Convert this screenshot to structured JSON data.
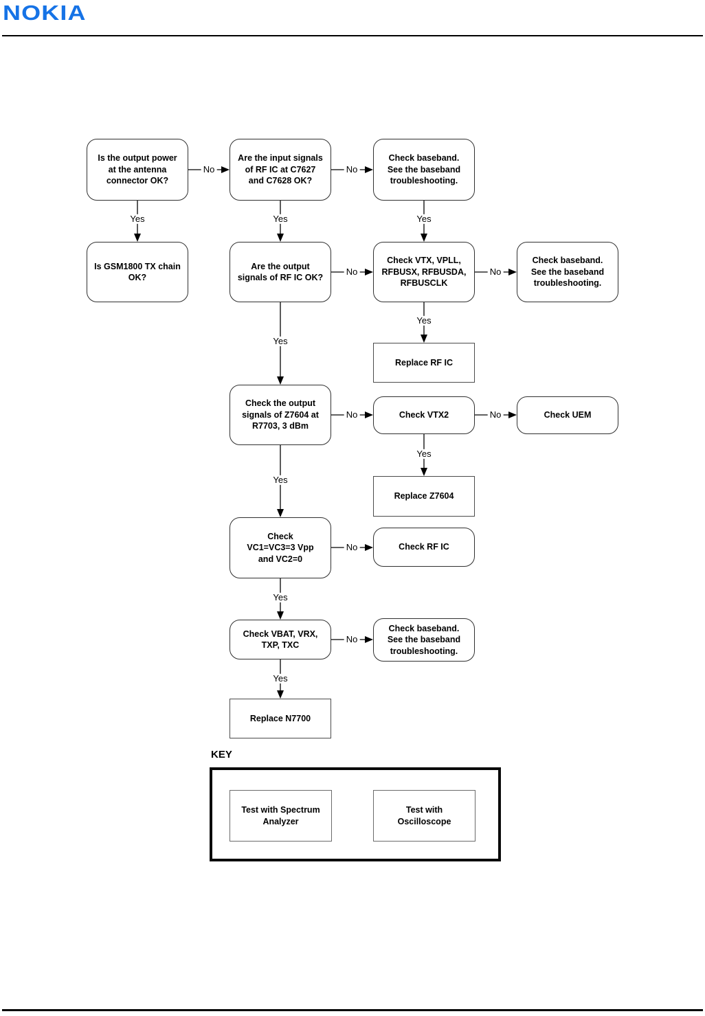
{
  "header": {
    "logo": "NOKIA"
  },
  "flowchart": {
    "labels": {
      "yes": "Yes",
      "no": "No"
    },
    "nodes": [
      {
        "label": "Is the output power\nat the antenna\nconnector OK?"
      },
      {
        "label": "Are the input signals\nof RF IC at C7627\nand C7628 OK?"
      },
      {
        "label": "Check baseband.\nSee the baseband\ntroubleshooting."
      },
      {
        "label": "Is GSM1800 TX chain\nOK?"
      },
      {
        "label": "Are the output\nsignals of RF IC OK?"
      },
      {
        "label": "Check VTX, VPLL,\nRFBUSX, RFBUSDA,\nRFBUSCLK"
      },
      {
        "label": "Check baseband.\nSee the baseband\ntroubleshooting."
      },
      {
        "label": "Replace RF IC"
      },
      {
        "label": "Check the output\nsignals of Z7604 at\nR7703, 3 dBm"
      },
      {
        "label": "Check VTX2"
      },
      {
        "label": "Check UEM"
      },
      {
        "label": "Replace Z7604"
      },
      {
        "label": "Check\nVC1=VC3=3 Vpp\nand VC2=0"
      },
      {
        "label": "Check RF IC"
      },
      {
        "label": "Check VBAT, VRX,\nTXP, TXC"
      },
      {
        "label": "Check baseband.\nSee the baseband\ntroubleshooting."
      },
      {
        "label": "Replace N7700"
      }
    ]
  },
  "key": {
    "title": "KEY",
    "items": [
      {
        "label": "Test with Spectrum\nAnalyzer"
      },
      {
        "label": "Test with\nOscilloscope"
      }
    ]
  }
}
